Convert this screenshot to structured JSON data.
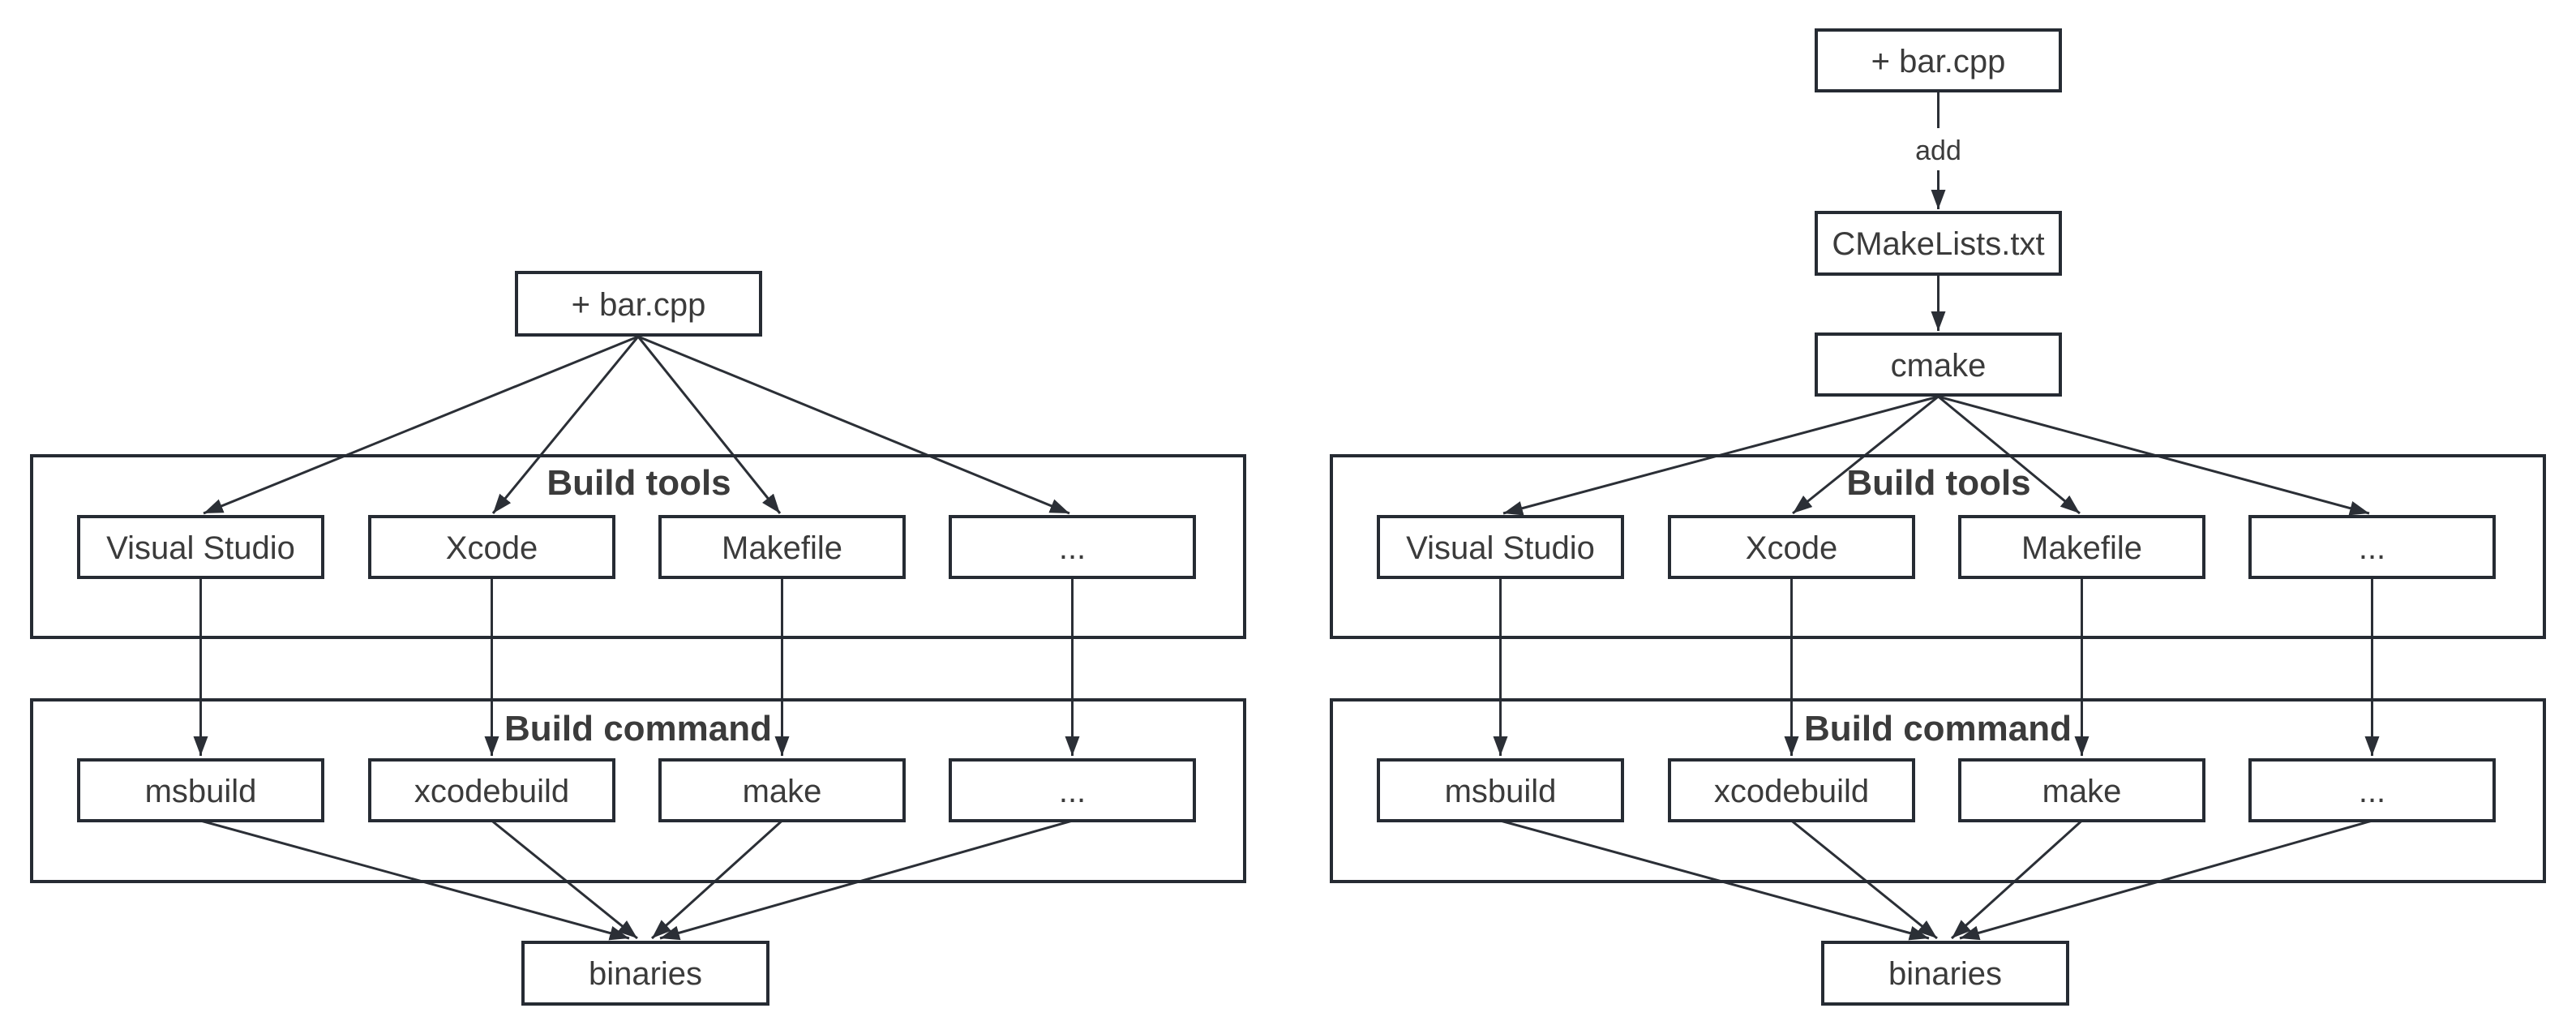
{
  "colors": {
    "border": "#262b33",
    "text": "#3b3b3b",
    "arrow": "#2b2f36",
    "background": "#ffffff"
  },
  "left_diagram": {
    "source_node": "+ bar.cpp",
    "build_tools": {
      "label": "Build tools",
      "items": [
        "Visual Studio",
        "Xcode",
        "Makefile",
        "..."
      ]
    },
    "build_command": {
      "label": "Build command",
      "items": [
        "msbuild",
        "xcodebuild",
        "make",
        "..."
      ]
    },
    "output_node": "binaries"
  },
  "right_diagram": {
    "source_node": "+ bar.cpp",
    "add_edge_label": "add",
    "cmakelists_node": "CMakeLists.txt",
    "cmake_node": "cmake",
    "build_tools": {
      "label": "Build tools",
      "items": [
        "Visual Studio",
        "Xcode",
        "Makefile",
        "..."
      ]
    },
    "build_command": {
      "label": "Build command",
      "items": [
        "msbuild",
        "xcodebuild",
        "make",
        "..."
      ]
    },
    "output_node": "binaries"
  }
}
